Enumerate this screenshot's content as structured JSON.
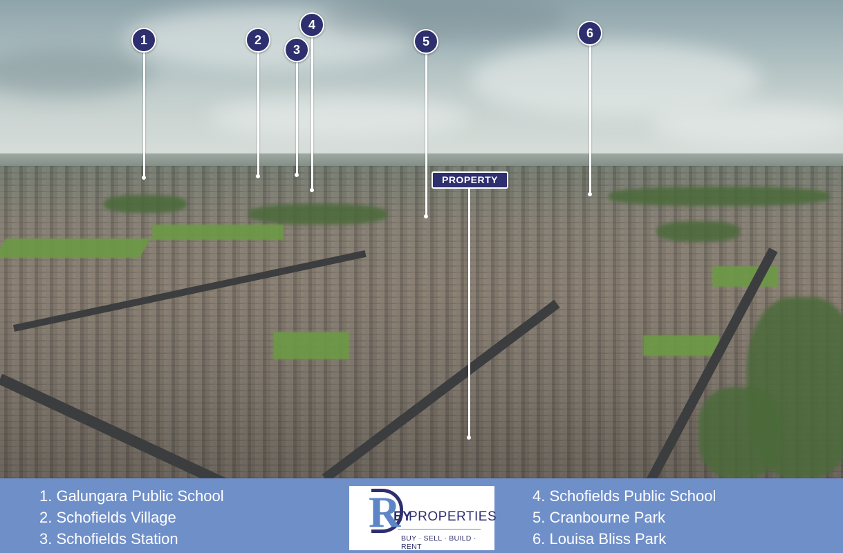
{
  "markers": [
    {
      "number": "1"
    },
    {
      "number": "2"
    },
    {
      "number": "3"
    },
    {
      "number": "4"
    },
    {
      "number": "5"
    },
    {
      "number": "6"
    }
  ],
  "property_label": "PROPERTY",
  "legend": {
    "left": [
      "1. Galungara Public School",
      "2. Schofields Village",
      "3. Schofields Station"
    ],
    "right": [
      "4. Schofields Public School",
      "5. Cranbourne Park",
      "6. Louisa Bliss Park"
    ]
  },
  "logo": {
    "letter": "R",
    "letters_ey": "EY",
    "word": "PROPERTIES",
    "tagline": "BUY · SELL · BUILD · RENT"
  },
  "colors": {
    "marker_fill": "#2e2f6e",
    "legend_background": "#6f8fc9",
    "logo_accent": "#5e86c6"
  }
}
